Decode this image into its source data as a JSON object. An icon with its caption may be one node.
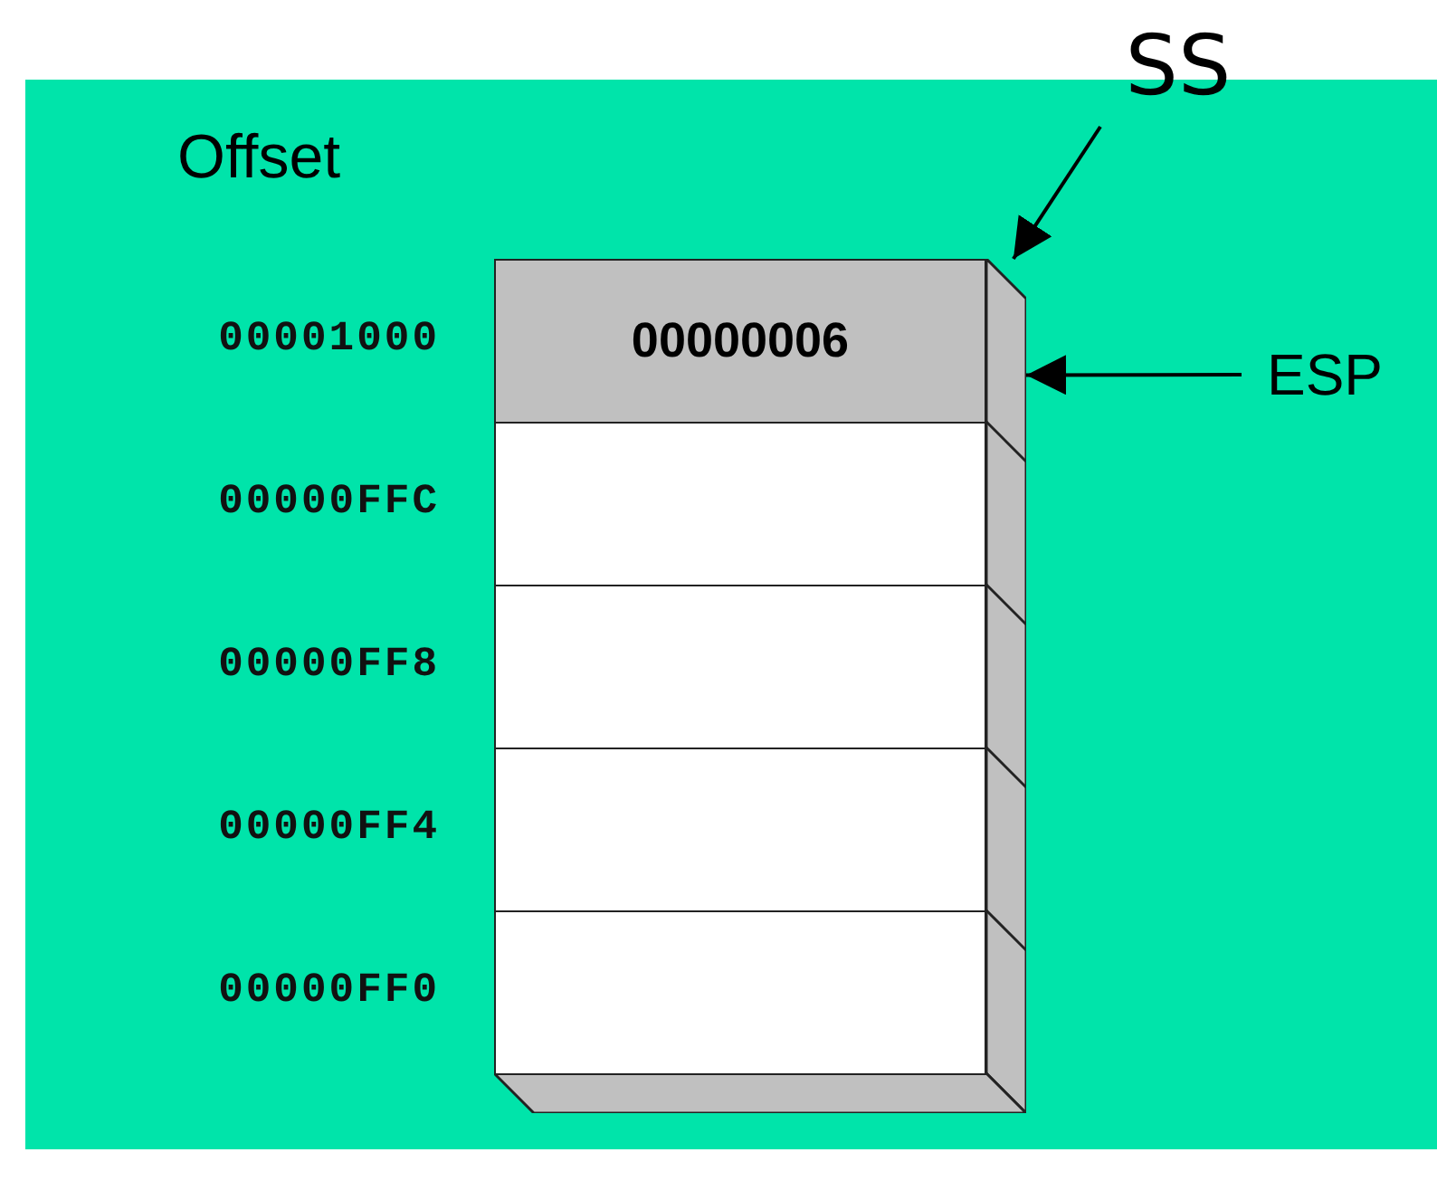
{
  "diagram": {
    "nodes": [
      {
        "text": [],
        "shape": "box"
      },
      {
        "text": [
          "00000006"
        ],
        "in": 0,
        "beside": [
          "00001000"
        ]
      },
      {
        "text": [],
        "shape": "box",
        "in": 0,
        "beside": [
          "00000FFC"
        ]
      },
      {
        "text": [],
        "shape": "box",
        "in": 0,
        "beside": [
          "00000FF8"
        ]
      },
      {
        "text": [],
        "shape": "box",
        "in": 0,
        "beside": [
          "00000FF4"
        ]
      },
      {
        "text": [],
        "shape": "box",
        "in": 0,
        "beside": [
          "00000FF0"
        ]
      },
      {
        "text": [
          "SS"
        ]
      },
      {
        "text": [
          "ESP"
        ]
      }
    ],
    "edges": [
      {
        "from": 6,
        "to": 0,
        "arrow": "to"
      },
      {
        "from": 7,
        "to": 0,
        "arrow": "to"
      }
    ],
    "labels": [
      "Offset"
    ]
  }
}
